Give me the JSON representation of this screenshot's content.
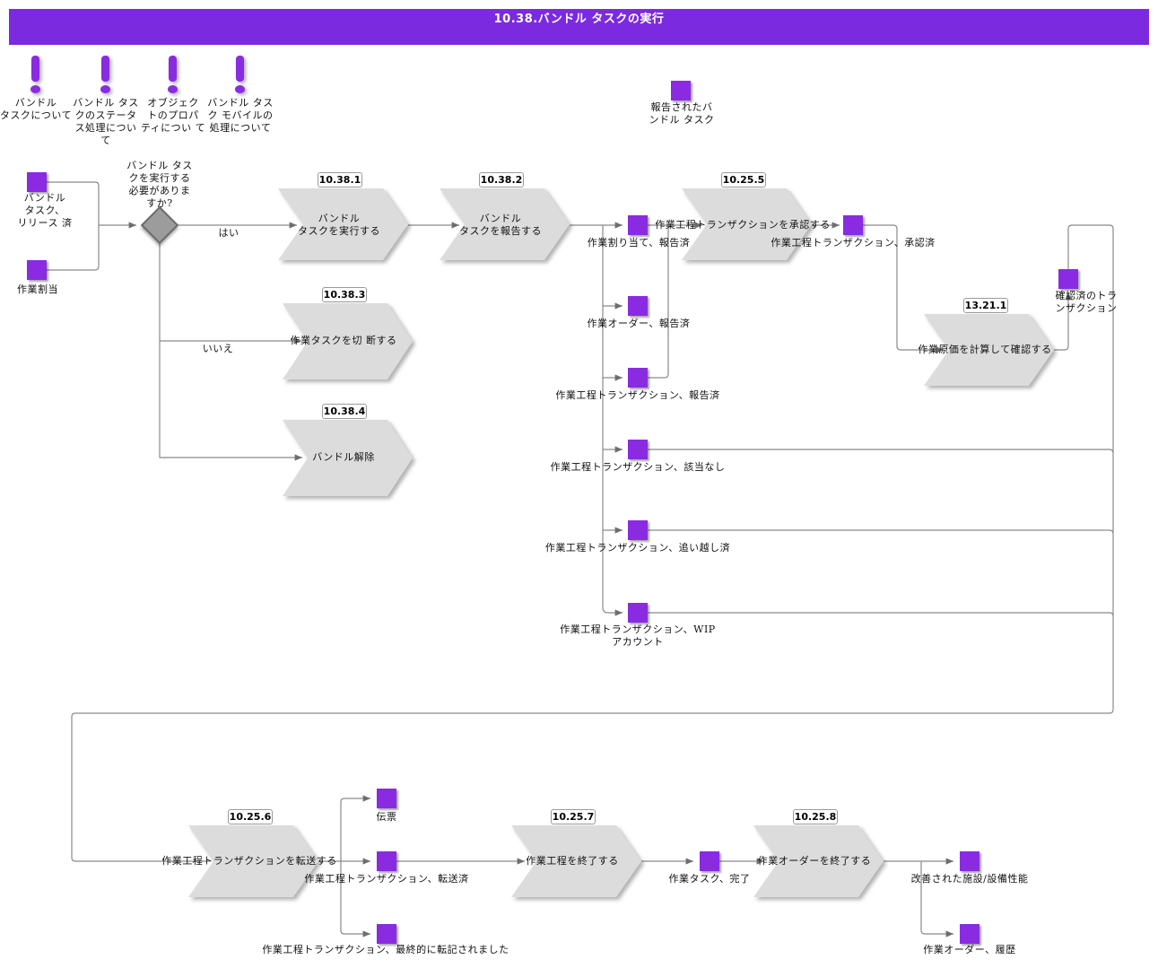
{
  "title": "10.38.バンドル タスクの実行",
  "colors": {
    "header_bg": "#7b2adf",
    "node": "#8a2be2",
    "task_fill": "#dcdcdc",
    "line": "#8a8a8a",
    "text": "#111111"
  },
  "notes": [
    {
      "label": "バンドル\nタスクについて"
    },
    {
      "label": "バンドル タス\nクのステータ\nス処理につい\nて"
    },
    {
      "label": "オブジェク\nトのプロパ\nティについ て"
    },
    {
      "label": "バンドル タス\nク モバイルの\n処理について"
    }
  ],
  "decision": {
    "question": "バンドル タス\nクを実行する\n必要がありま\nすか?",
    "yes_label": "はい",
    "no_label": "いいえ"
  },
  "tasks": [
    {
      "badge": "10.38.1",
      "label": "バンドル\nタスクを実行する"
    },
    {
      "badge": "10.38.2",
      "label": "バンドル\nタスクを報告する"
    },
    {
      "badge": "10.38.3",
      "label": "作業タスクを切 断する"
    },
    {
      "badge": "10.38.4",
      "label": "バンドル解除"
    },
    {
      "badge": "10.25.5",
      "label": "作業工程トランザクションを承認する"
    },
    {
      "badge": "13.21.1",
      "label": "作業原価を計算して確認する"
    },
    {
      "badge": "10.25.6",
      "label": "作業工程トランザクションを転送する"
    },
    {
      "badge": "10.25.7",
      "label": "作業工程を終了する"
    },
    {
      "badge": "10.25.8",
      "label": "作業オーダーを終了する"
    }
  ],
  "events": [
    {
      "label": "報告されたバ\nンドル タスク"
    },
    {
      "label": "バンドル\nタスク、\nリリース 済"
    },
    {
      "label": "作業割当"
    },
    {
      "label": "作業割り当て、報告済"
    },
    {
      "label": "作業オーダー、報告済"
    },
    {
      "label": "作業工程トランザクション、報告済"
    },
    {
      "label": "作業工程トランザクション、該当なし"
    },
    {
      "label": "作業工程トランザクション、追い越し済"
    },
    {
      "label": "作業工程トランザクション、WIP\nアカウント"
    },
    {
      "label": "作業工程トランザクション、承認済"
    },
    {
      "label": "確認済のトラ\nンザクション"
    },
    {
      "label": "伝票"
    },
    {
      "label": "作業工程トランザクション、転送済"
    },
    {
      "label": "作業工程トランザクション、最終的に転記されました"
    },
    {
      "label": "作業タスク、完了"
    },
    {
      "label": "改善された施設/設備性能"
    },
    {
      "label": "作業オーダー、履歴"
    }
  ]
}
